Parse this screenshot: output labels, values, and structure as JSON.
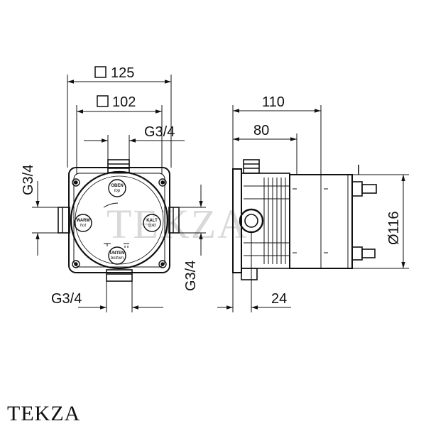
{
  "front_view": {
    "dims": {
      "width_outer": "125",
      "width_inner": "102",
      "port_top": "G3/4",
      "port_left": "G3/4",
      "port_bottom": "G3/4",
      "port_right": "G3/4"
    },
    "labels": {
      "top": {
        "main": "OBEN",
        "sub": "top"
      },
      "left": {
        "main": "WARM",
        "sub": "hot"
      },
      "right": {
        "main": "KALT",
        "sub": "cold"
      },
      "bottom": {
        "main": "UNTEN",
        "sub": "bottom"
      }
    }
  },
  "side_view": {
    "dims": {
      "depth_total": "110",
      "depth_body": "80",
      "diameter": "Ø116",
      "offset": "24"
    }
  },
  "watermark": "TEKZA",
  "brand": "TEKZA"
}
